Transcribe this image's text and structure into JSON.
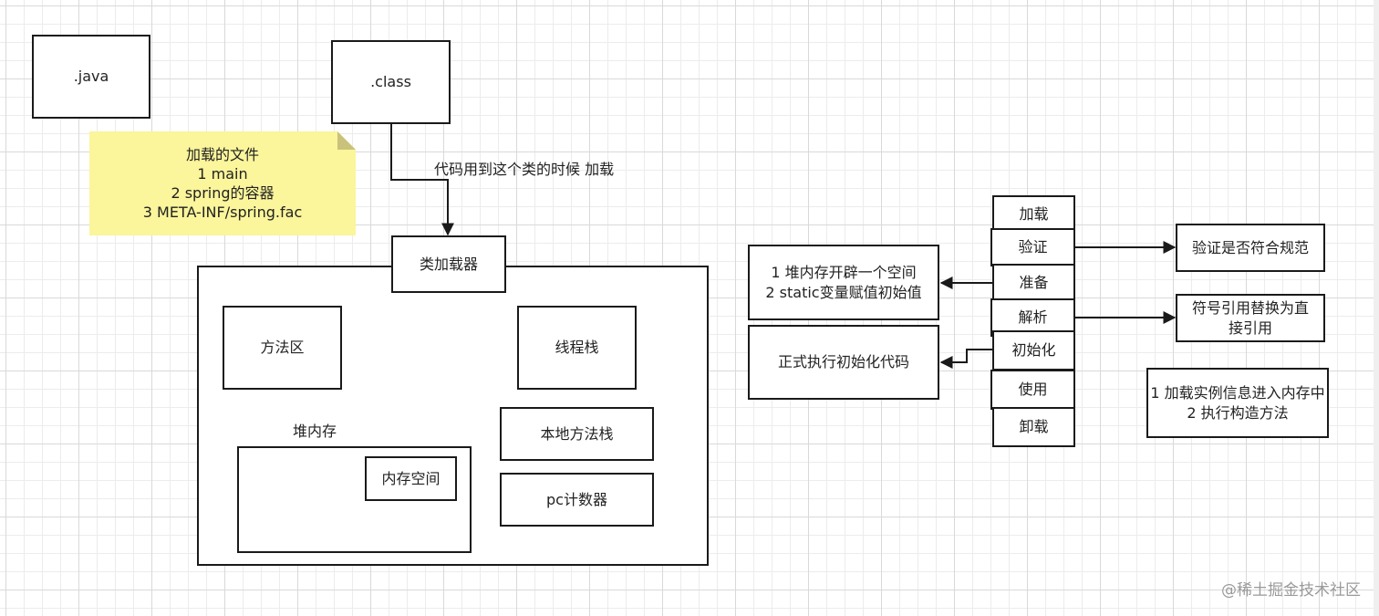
{
  "nodes": {
    "java_file": ".java",
    "class_file": ".class",
    "note_lines": [
      "加载的文件",
      "1 main",
      "2 spring的容器",
      "3 META-INF/spring.fac"
    ],
    "load_edge_label": "代码用到这个类的时候 加载",
    "class_loader": "类加载器",
    "method_area": "方法区",
    "thread_stack": "线程栈",
    "heap_label": "堆内存",
    "memory_space": "内存空间",
    "native_method_stack": "本地方法栈",
    "pc_counter": "pc计数器"
  },
  "lifecycle": {
    "stages": [
      "加载",
      "验证",
      "准备",
      "解析",
      "初始化",
      "使用",
      "卸载"
    ],
    "prepare_note_lines": [
      "1 堆内存开辟一个空间",
      "2 static变量赋值初始值"
    ],
    "init_note": "正式执行初始化代码",
    "verify_note": "验证是否符合规范",
    "resolve_note_lines": [
      "符号引用替换为直",
      "接引用"
    ],
    "use_note_lines": [
      "1 加载实例信息进入内存中",
      "2 执行构造方法"
    ]
  },
  "watermark": "@稀土掘金技术社区",
  "colors": {
    "note_fill": "#fbf59b",
    "stroke": "#1a1a1a",
    "grid": "#d9d9d9"
  }
}
